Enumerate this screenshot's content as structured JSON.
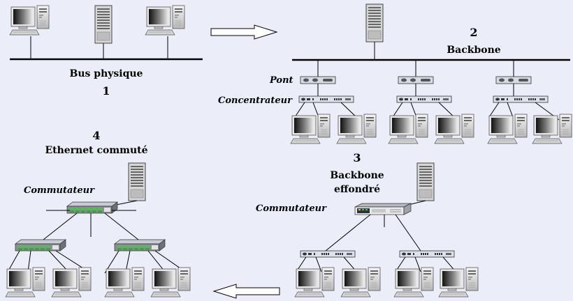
{
  "stage1": {
    "number": "1",
    "label": "Bus physique"
  },
  "stage2": {
    "number": "2",
    "label": "Backbone",
    "bridge_label": "Pont",
    "hub_label": "Concentrateur"
  },
  "stage3": {
    "number": "3",
    "label_line1": "Backbone",
    "label_line2": "effondré",
    "switch_label": "Commutateur"
  },
  "stage4": {
    "number": "4",
    "label": "Ethernet commuté",
    "switch_label": "Commutateur"
  },
  "arrows": {
    "right": "arrow-right",
    "left": "arrow-left"
  },
  "colors": {
    "background": "#ebeef8",
    "switch_port_green": "#4fbf4f",
    "hub_body": "#d8dce6",
    "server_body": "#d2d2d2"
  }
}
